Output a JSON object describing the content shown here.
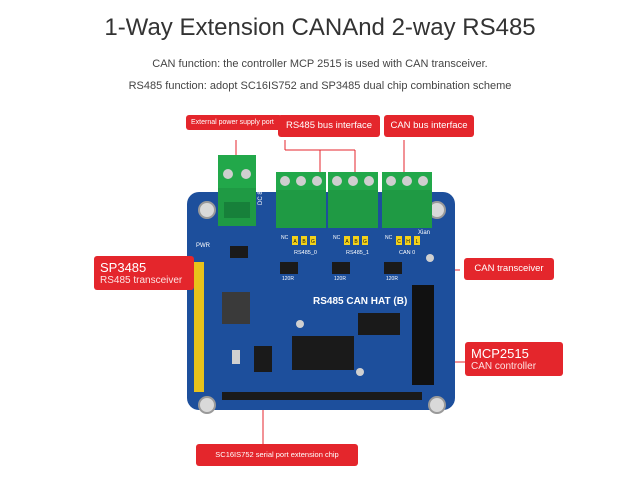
{
  "title": "1-Way Extension CANAnd 2-way RS485",
  "subtitle_can": "CAN function: the controller MCP 2515 is used with CAN transceiver.",
  "subtitle_rs485": "RS485 function: adopt SC16IS752 and SP3485 dual chip combination scheme",
  "callouts": {
    "power": "External power supply port",
    "rs485_bus": "RS485 bus interface",
    "can_bus": "CAN bus interface",
    "sp3485_name": "SP3485",
    "sp3485_desc": "RS485 transceiver",
    "can_transceiver": "CAN transceiver",
    "mcp2515_name": "MCP2515",
    "mcp2515_desc": "CAN controller",
    "sc16is752": "SC16IS752 serial port extension chip"
  },
  "board": {
    "name": "RS485 CAN HAT (B)",
    "voltage": "DC 8~28V",
    "pwr": "PWR",
    "brand": "Xian",
    "header_rs485_0": "RS485_0",
    "header_rs485_1": "RS485_1",
    "header_can0": "CAN 0",
    "res_120r": "120R",
    "nc": "NC",
    "abg": [
      "A",
      "B",
      "G"
    ],
    "chl": [
      "C",
      "H",
      "L"
    ]
  },
  "colors": {
    "accent": "#e4262c",
    "pcb": "#1d4f9c",
    "terminal": "#22a84a"
  }
}
